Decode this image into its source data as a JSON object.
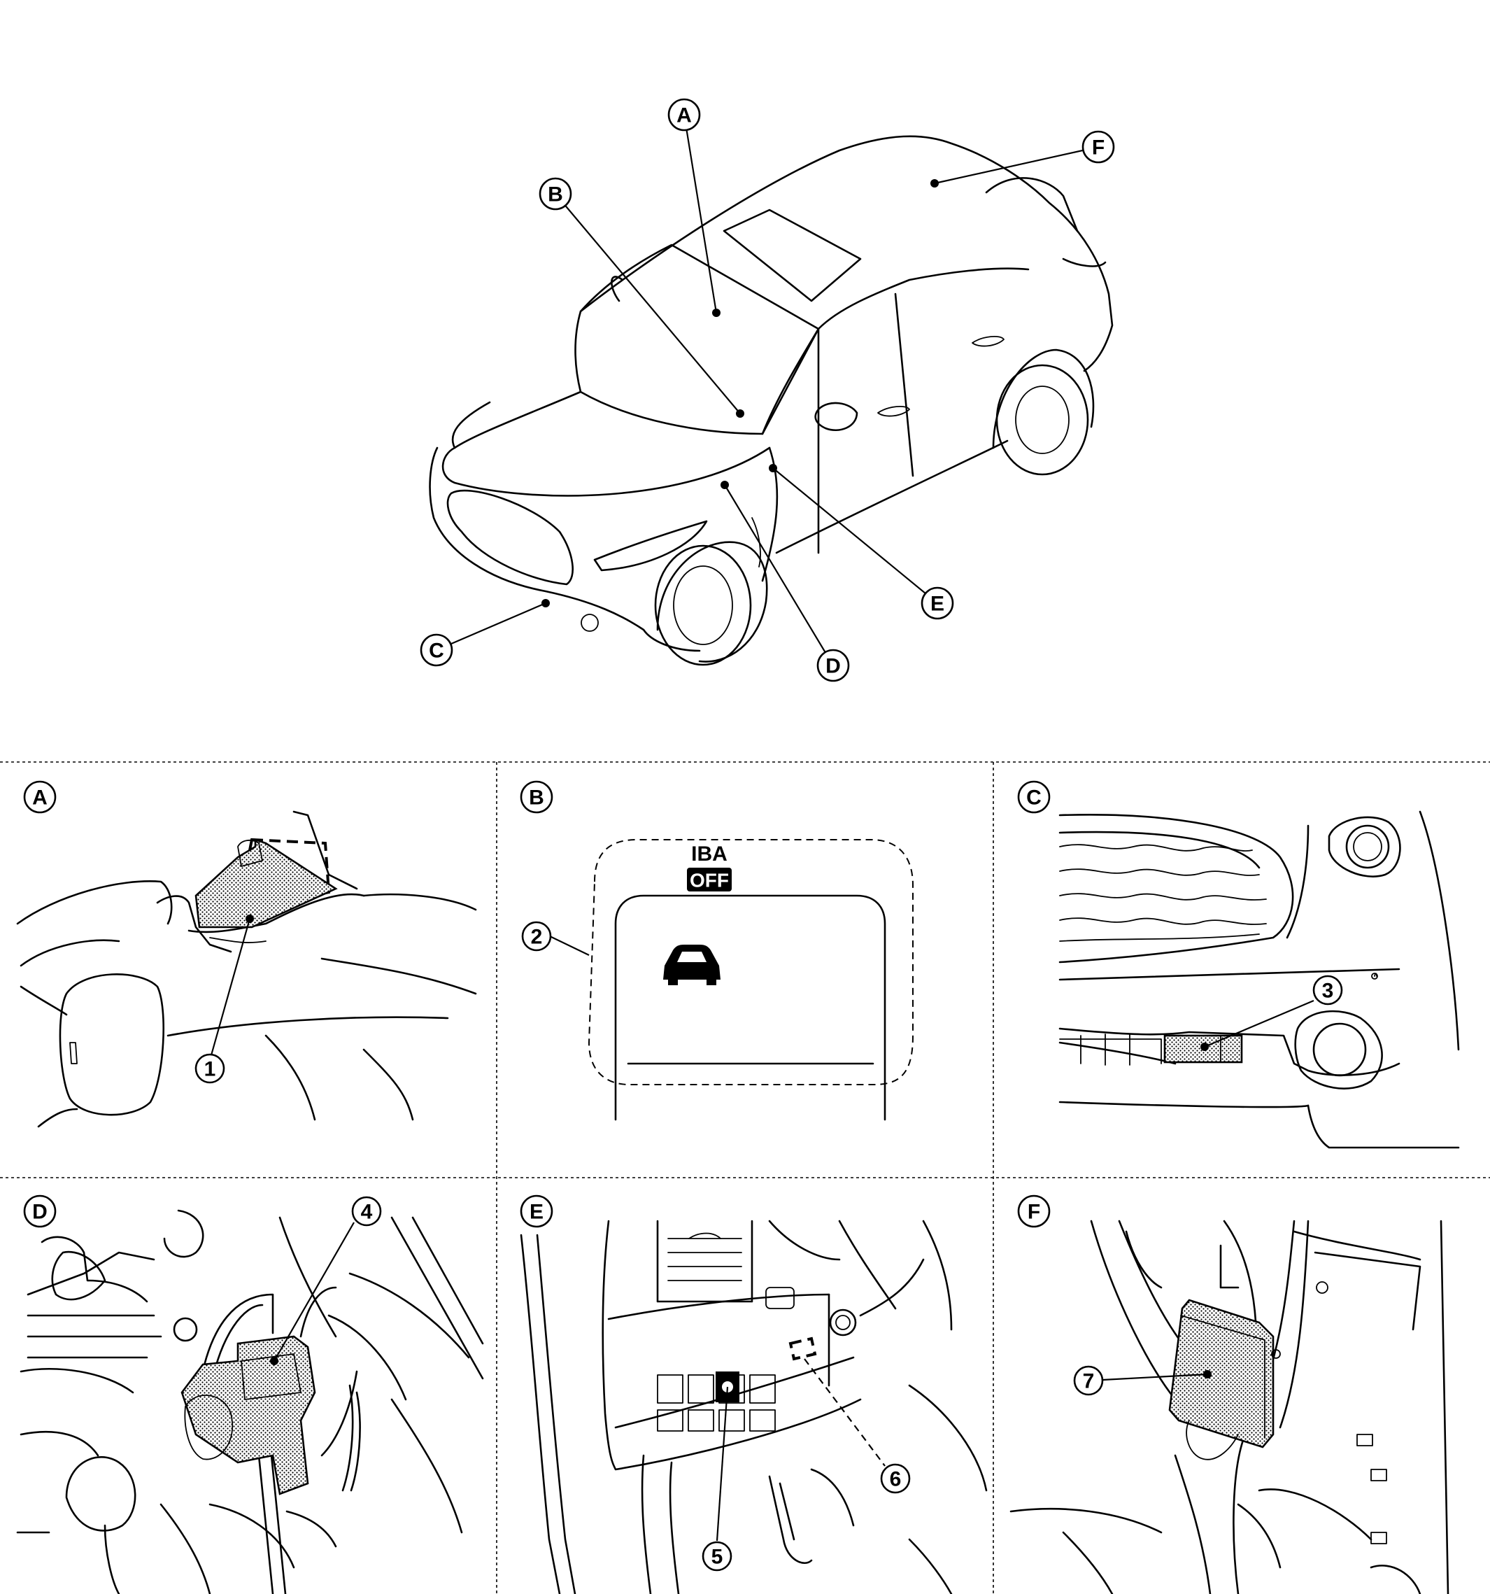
{
  "overview_callouts": {
    "A": "A",
    "B": "B",
    "C": "C",
    "D": "D",
    "E": "E",
    "F": "F"
  },
  "panels": [
    {
      "letter": "A",
      "part": "1"
    },
    {
      "letter": "B",
      "part": "2",
      "indicator_top": "IBA",
      "indicator_bottom": "OFF"
    },
    {
      "letter": "C",
      "part": "3"
    },
    {
      "letter": "D",
      "part": "4"
    },
    {
      "letter": "E",
      "part": "5",
      "part2": "6"
    },
    {
      "letter": "F",
      "part": "7"
    }
  ],
  "colors": {
    "line": "#000000",
    "background": "#ffffff",
    "hatch": "#000000"
  }
}
